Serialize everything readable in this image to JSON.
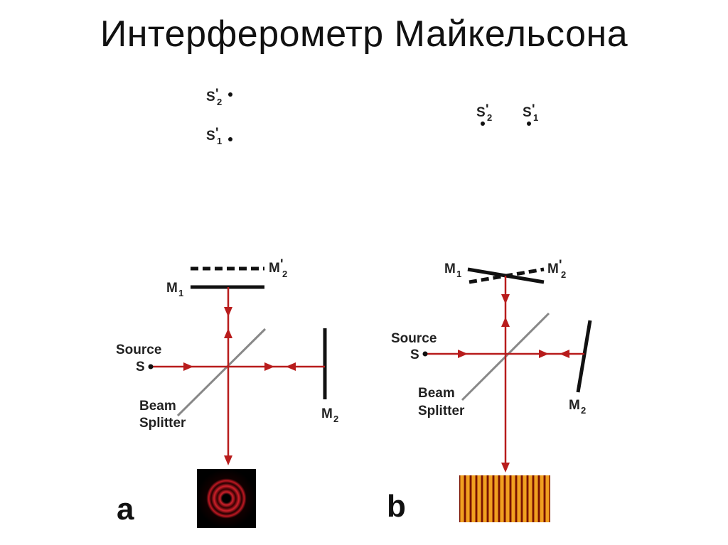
{
  "title": "Интерферометр Майкельсона",
  "colors": {
    "beam": "#b81c1c",
    "mirror": "#111111",
    "splitter": "#888888",
    "fringe_ring": "#d0202a",
    "fringe_band": "#f0a020"
  },
  "panel_a": {
    "letter": "a",
    "image_labels": {
      "s2_main": "S",
      "s2_sub": "2",
      "s1_main": "S",
      "s1_sub": "1",
      "prime": "'"
    },
    "mirror_m1": {
      "main": "M",
      "sub": "1"
    },
    "mirror_m2_image": {
      "main": "M",
      "sub": "2",
      "prime": "'"
    },
    "mirror_m2": {
      "main": "M",
      "sub": "2"
    },
    "source_label": "Source",
    "source_symbol": "S",
    "splitter_line1": "Beam",
    "splitter_line2": "Splitter",
    "pattern": "circular-fringes"
  },
  "panel_b": {
    "letter": "b",
    "image_labels": {
      "s2_main": "S",
      "s2_sub": "2",
      "s1_main": "S",
      "s1_sub": "1",
      "prime": "'"
    },
    "mirror_m1": {
      "main": "M",
      "sub": "1"
    },
    "mirror_m2_image": {
      "main": "M",
      "sub": "2",
      "prime": "'"
    },
    "mirror_m2": {
      "main": "M",
      "sub": "2"
    },
    "source_label": "Source",
    "source_symbol": "S",
    "splitter_line1": "Beam",
    "splitter_line2": "Splitter",
    "pattern": "straight-fringes"
  }
}
